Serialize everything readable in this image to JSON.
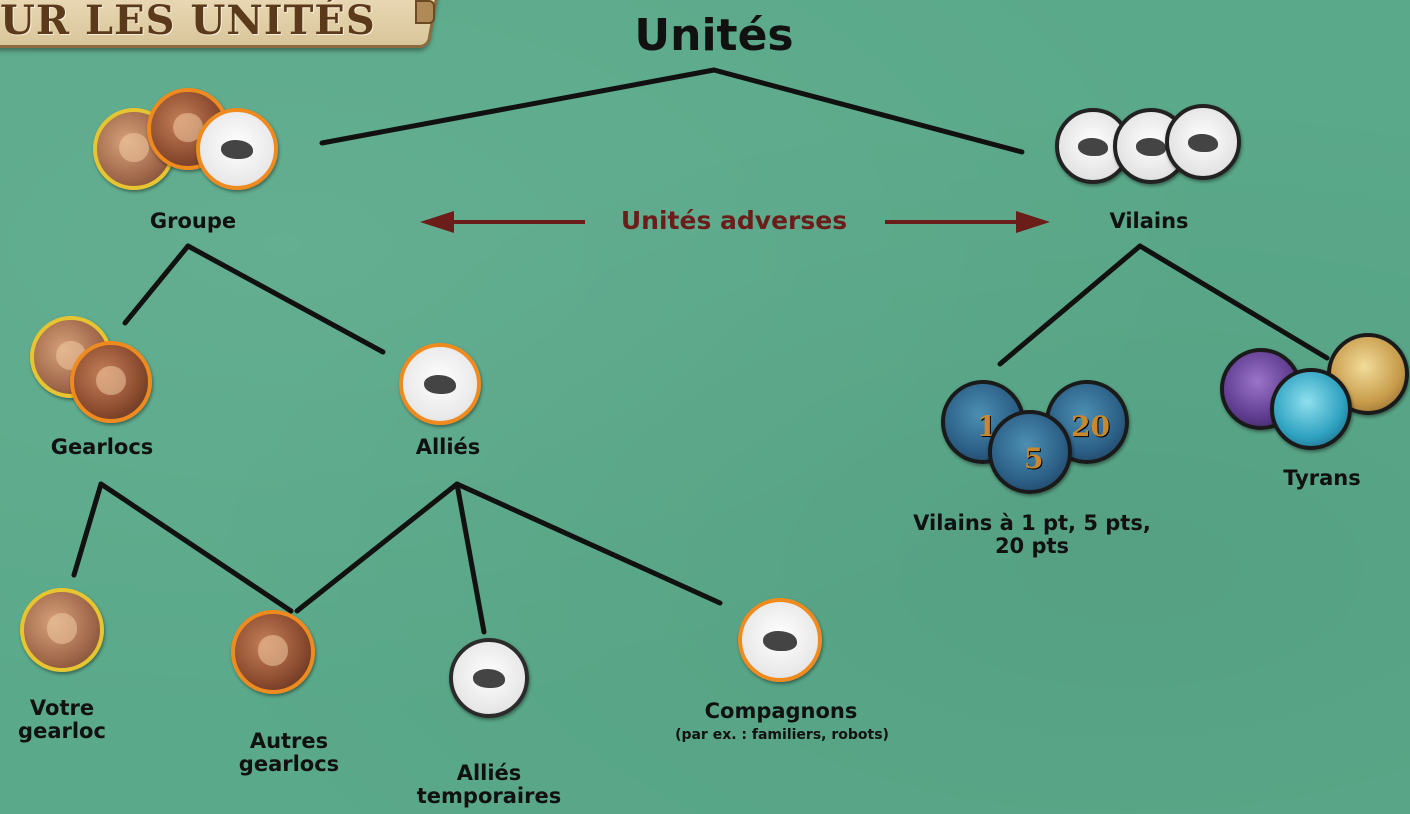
{
  "banner": "UR LES UNITÉS",
  "nodes": {
    "root": "Unités",
    "party": "Groupe",
    "villains": "Vilains",
    "adverse": "Unités adverses",
    "gearlocs": "Gearlocs",
    "allies": "Alliés",
    "villain_pts": "Vilains à 1 pt, 5 pts,\n20 pts",
    "tyrants": "Tyrans",
    "your_gearloc": "Votre\ngearloc",
    "other_gearlocs": "Autres\ngearlocs",
    "temp_allies": "Alliés\ntemporaires",
    "companions": "Compagnons",
    "companions_note": "(par ex. : familiers, robots)"
  },
  "token_values": {
    "villain_1": "1",
    "villain_5": "5",
    "villain_20": "20"
  },
  "colors": {
    "background": "#5aa98a",
    "line": "#111111",
    "adverse": "#6b1d1a"
  }
}
